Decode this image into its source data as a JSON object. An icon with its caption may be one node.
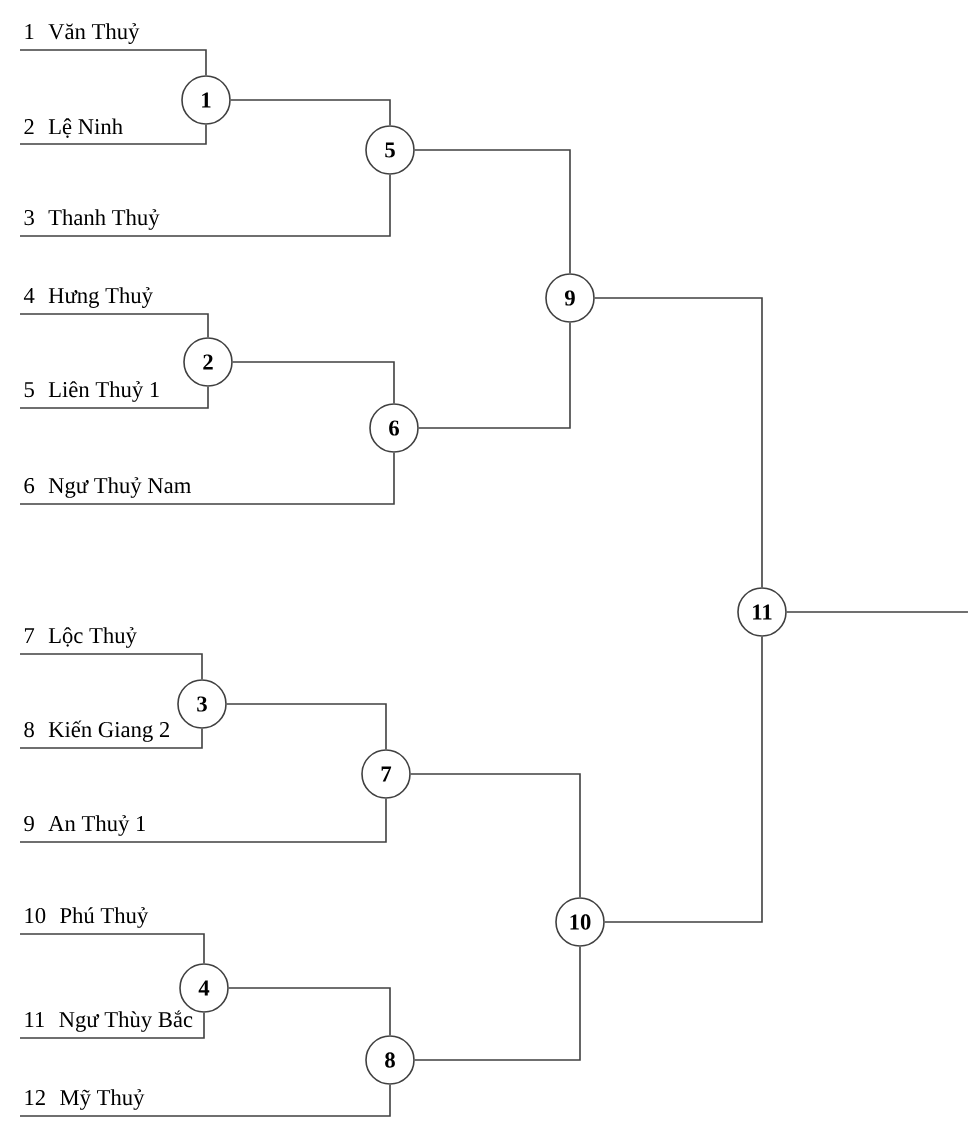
{
  "diagram": {
    "nodes": [
      {
        "text": [
          "1",
          "Văn Thuỷ"
        ]
      },
      {
        "text": [
          "2",
          "Lệ Ninh"
        ]
      },
      {
        "text": [
          "3",
          "Thanh Thuỷ"
        ]
      },
      {
        "text": [
          "4",
          "Hưng Thuỷ"
        ]
      },
      {
        "text": [
          "5",
          "Liên Thuỷ 1"
        ]
      },
      {
        "text": [
          "6",
          "Ngư Thuỷ Nam"
        ]
      },
      {
        "text": [
          "7",
          "Lộc Thuỷ"
        ]
      },
      {
        "text": [
          "8",
          "Kiến Giang 2"
        ]
      },
      {
        "text": [
          "9",
          "An Thuỷ 1"
        ]
      },
      {
        "text": [
          "10",
          "Phú Thuỷ"
        ]
      },
      {
        "text": [
          "11",
          "Ngư Thùy Bắc"
        ]
      },
      {
        "text": [
          "12",
          "Mỹ Thuỷ"
        ]
      },
      {
        "text": [
          "1"
        ]
      },
      {
        "text": [
          "2"
        ]
      },
      {
        "text": [
          "3"
        ]
      },
      {
        "text": [
          "4"
        ]
      },
      {
        "text": [
          "5"
        ]
      },
      {
        "text": [
          "6"
        ]
      },
      {
        "text": [
          "7"
        ]
      },
      {
        "text": [
          "8"
        ]
      },
      {
        "text": [
          "9"
        ]
      },
      {
        "text": [
          "10"
        ]
      },
      {
        "text": [
          "11"
        ]
      }
    ],
    "edges": [
      {
        "from": 0,
        "to": 12,
        "arrow": "none"
      },
      {
        "from": 1,
        "to": 12,
        "arrow": "none"
      },
      {
        "from": 12,
        "to": 16,
        "arrow": "none"
      },
      {
        "from": 2,
        "to": 16,
        "arrow": "none"
      },
      {
        "from": 3,
        "to": 13,
        "arrow": "none"
      },
      {
        "from": 4,
        "to": 13,
        "arrow": "none"
      },
      {
        "from": 13,
        "to": 17,
        "arrow": "none"
      },
      {
        "from": 5,
        "to": 17,
        "arrow": "none"
      },
      {
        "from": 16,
        "to": 20,
        "arrow": "none"
      },
      {
        "from": 17,
        "to": 20,
        "arrow": "none"
      },
      {
        "from": 6,
        "to": 14,
        "arrow": "none"
      },
      {
        "from": 7,
        "to": 14,
        "arrow": "none"
      },
      {
        "from": 14,
        "to": 18,
        "arrow": "none"
      },
      {
        "from": 8,
        "to": 18,
        "arrow": "none"
      },
      {
        "from": 9,
        "to": 15,
        "arrow": "none"
      },
      {
        "from": 10,
        "to": 15,
        "arrow": "none"
      },
      {
        "from": 15,
        "to": 19,
        "arrow": "none"
      },
      {
        "from": 11,
        "to": 19,
        "arrow": "none"
      },
      {
        "from": 18,
        "to": 21,
        "arrow": "none"
      },
      {
        "from": 19,
        "to": 21,
        "arrow": "none"
      },
      {
        "from": 20,
        "to": 22,
        "arrow": "none"
      },
      {
        "from": 21,
        "to": 22,
        "arrow": "none"
      },
      {
        "from": 22,
        "to": null,
        "arrow": "none"
      }
    ]
  }
}
